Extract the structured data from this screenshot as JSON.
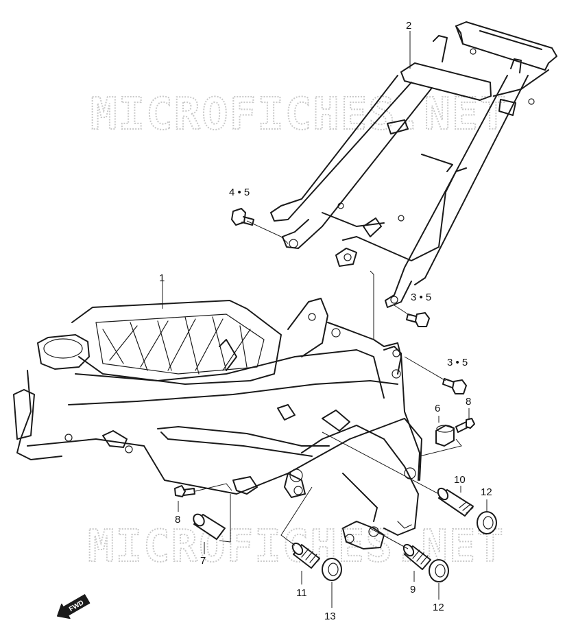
{
  "watermark": "MICROFICHES.NET",
  "direction_badge": "FWD",
  "callouts": [
    {
      "id": "callout-1",
      "text": "1"
    },
    {
      "id": "callout-2",
      "text": "2"
    },
    {
      "id": "callout-3-5-upper",
      "text": "3 • 5"
    },
    {
      "id": "callout-3-5-lower",
      "text": "3 • 5"
    },
    {
      "id": "callout-4-5",
      "text": "4 • 5"
    },
    {
      "id": "callout-6",
      "text": "6"
    },
    {
      "id": "callout-7",
      "text": "7"
    },
    {
      "id": "callout-8-right",
      "text": "8"
    },
    {
      "id": "callout-8-left",
      "text": "8"
    },
    {
      "id": "callout-9",
      "text": "9"
    },
    {
      "id": "callout-10",
      "text": "10"
    },
    {
      "id": "callout-11",
      "text": "11"
    },
    {
      "id": "callout-12-upper",
      "text": "12"
    },
    {
      "id": "callout-12-lower",
      "text": "12"
    },
    {
      "id": "callout-13",
      "text": "13"
    }
  ]
}
